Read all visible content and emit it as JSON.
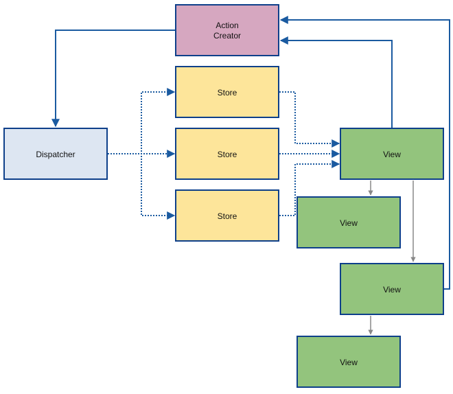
{
  "diagram": {
    "colors": {
      "edge": "#1a5aa0",
      "edge_gray": "#888888",
      "node_border": "#0d3f8a",
      "action_fill": "#d6a7c0",
      "dispatcher_fill": "#dde6f2",
      "store_fill": "#fde59a",
      "view_fill": "#93c47d"
    },
    "nodes": {
      "action_creator": {
        "line1": "Action",
        "line2": "Creator"
      },
      "dispatcher": {
        "label": "Dispatcher"
      },
      "store_1": {
        "label": "Store"
      },
      "store_2": {
        "label": "Store"
      },
      "store_3": {
        "label": "Store"
      },
      "view_main": {
        "label": "View"
      },
      "view_2": {
        "label": "View"
      },
      "view_3": {
        "label": "View"
      },
      "view_4": {
        "label": "View"
      }
    }
  }
}
